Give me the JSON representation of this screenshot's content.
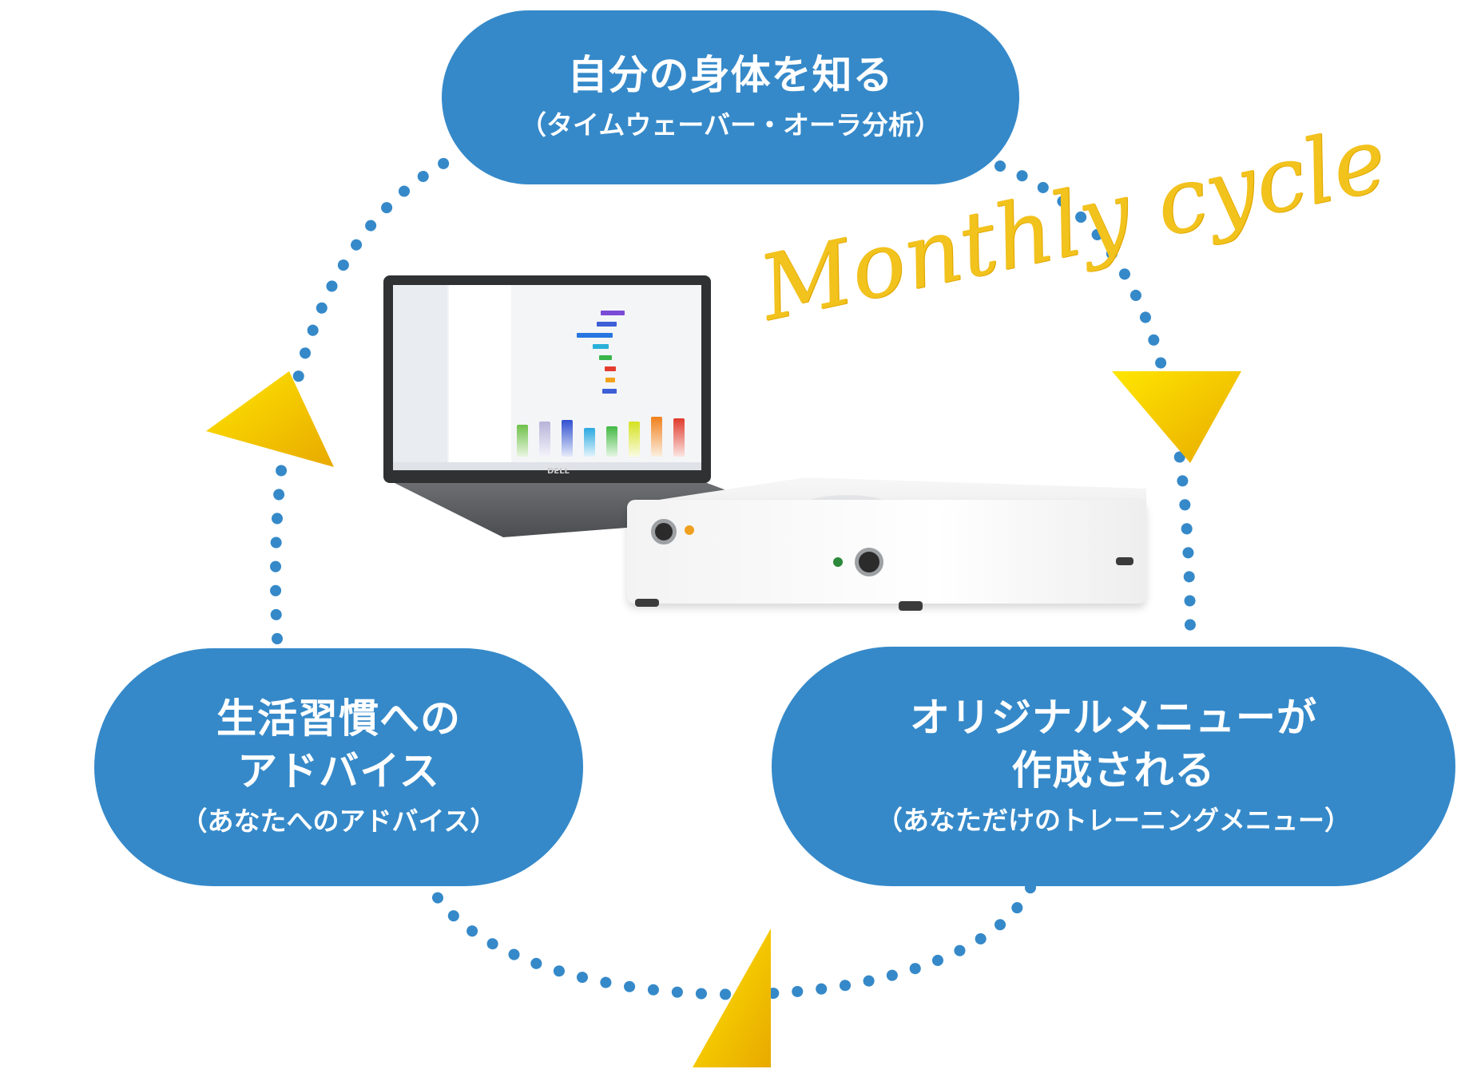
{
  "nodes": {
    "top": {
      "title": "自分の身体を知る",
      "subtitle": "（タイムウェーバー・オーラ分析）"
    },
    "left": {
      "title_line1": "生活習慣への",
      "title_line2": "アドバイス",
      "subtitle": "（あなたへのアドバイス）"
    },
    "right": {
      "title_line1": "オリジナルメニューが",
      "title_line2": "作成される",
      "subtitle": "（あなただけのトレーニングメニュー）"
    }
  },
  "center_label": "Monthly cycle",
  "laptop_brand": "DELL",
  "colors": {
    "pill": "#3589c9",
    "dots": "#3589c9",
    "arrow": "#f5c400",
    "script": "#f2c21d"
  }
}
